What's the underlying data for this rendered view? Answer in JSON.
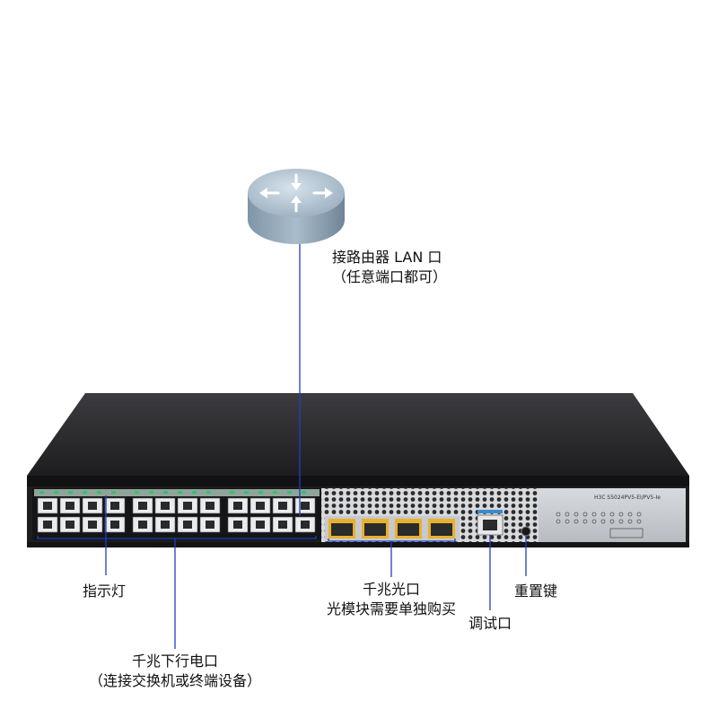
{
  "router": {
    "label_line1": "接路由器 LAN 口",
    "label_line2": "（任意端口都可）"
  },
  "switch": {
    "model_text": "H3C  S5024PV5-EI/PV5-Ie"
  },
  "callouts": {
    "indicator": "指示灯",
    "fiber_line1": "千兆光口",
    "fiber_line2": "光模块需要单独购买",
    "console": "调试口",
    "reset": "重置键",
    "downlink_line1": "千兆下行电口",
    "downlink_line2": "（连接交换机或终端设备）"
  },
  "colors": {
    "leader": "#1f3fbf",
    "chassis_top": "#2b2b2e",
    "front_panel": "#2a2a2a",
    "right_panel": "#c9ccd0",
    "sfp_yellow": "#e8b030"
  }
}
